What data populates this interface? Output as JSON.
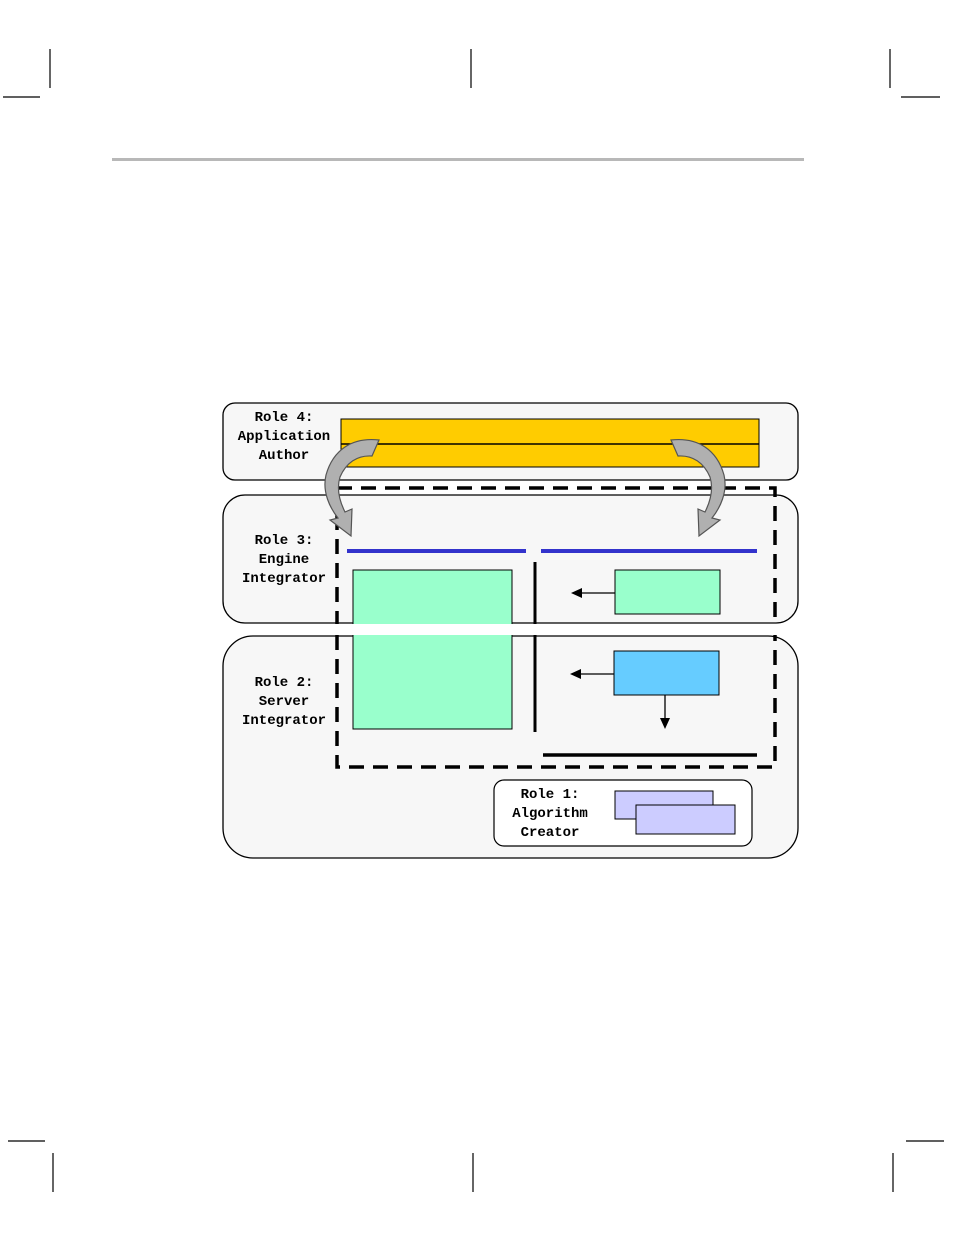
{
  "diagram": {
    "roles": {
      "role4": {
        "line1": "Role 4:",
        "line2": "Application",
        "line3": "Author"
      },
      "role3": {
        "line1": "Role 3:",
        "line2": "Engine",
        "line3": "Integrator"
      },
      "role2": {
        "line1": "Role 2:",
        "line2": "Server",
        "line3": "Integrator"
      },
      "role1": {
        "line1": "Role 1:",
        "line2": "Algorithm",
        "line3": "Creator"
      }
    },
    "colors": {
      "application_bar": "#ffcc00",
      "green_block": "#99ffcc",
      "blue_block": "#66ccff",
      "algorithm_block": "#ccccff",
      "divider_blue": "#3333cc",
      "panel_fill": "#f7f7f7",
      "arrow_gray": "#b0b0b0"
    },
    "icons": [
      "curved-arrow-icon",
      "arrow-left-icon",
      "arrow-down-icon"
    ]
  }
}
